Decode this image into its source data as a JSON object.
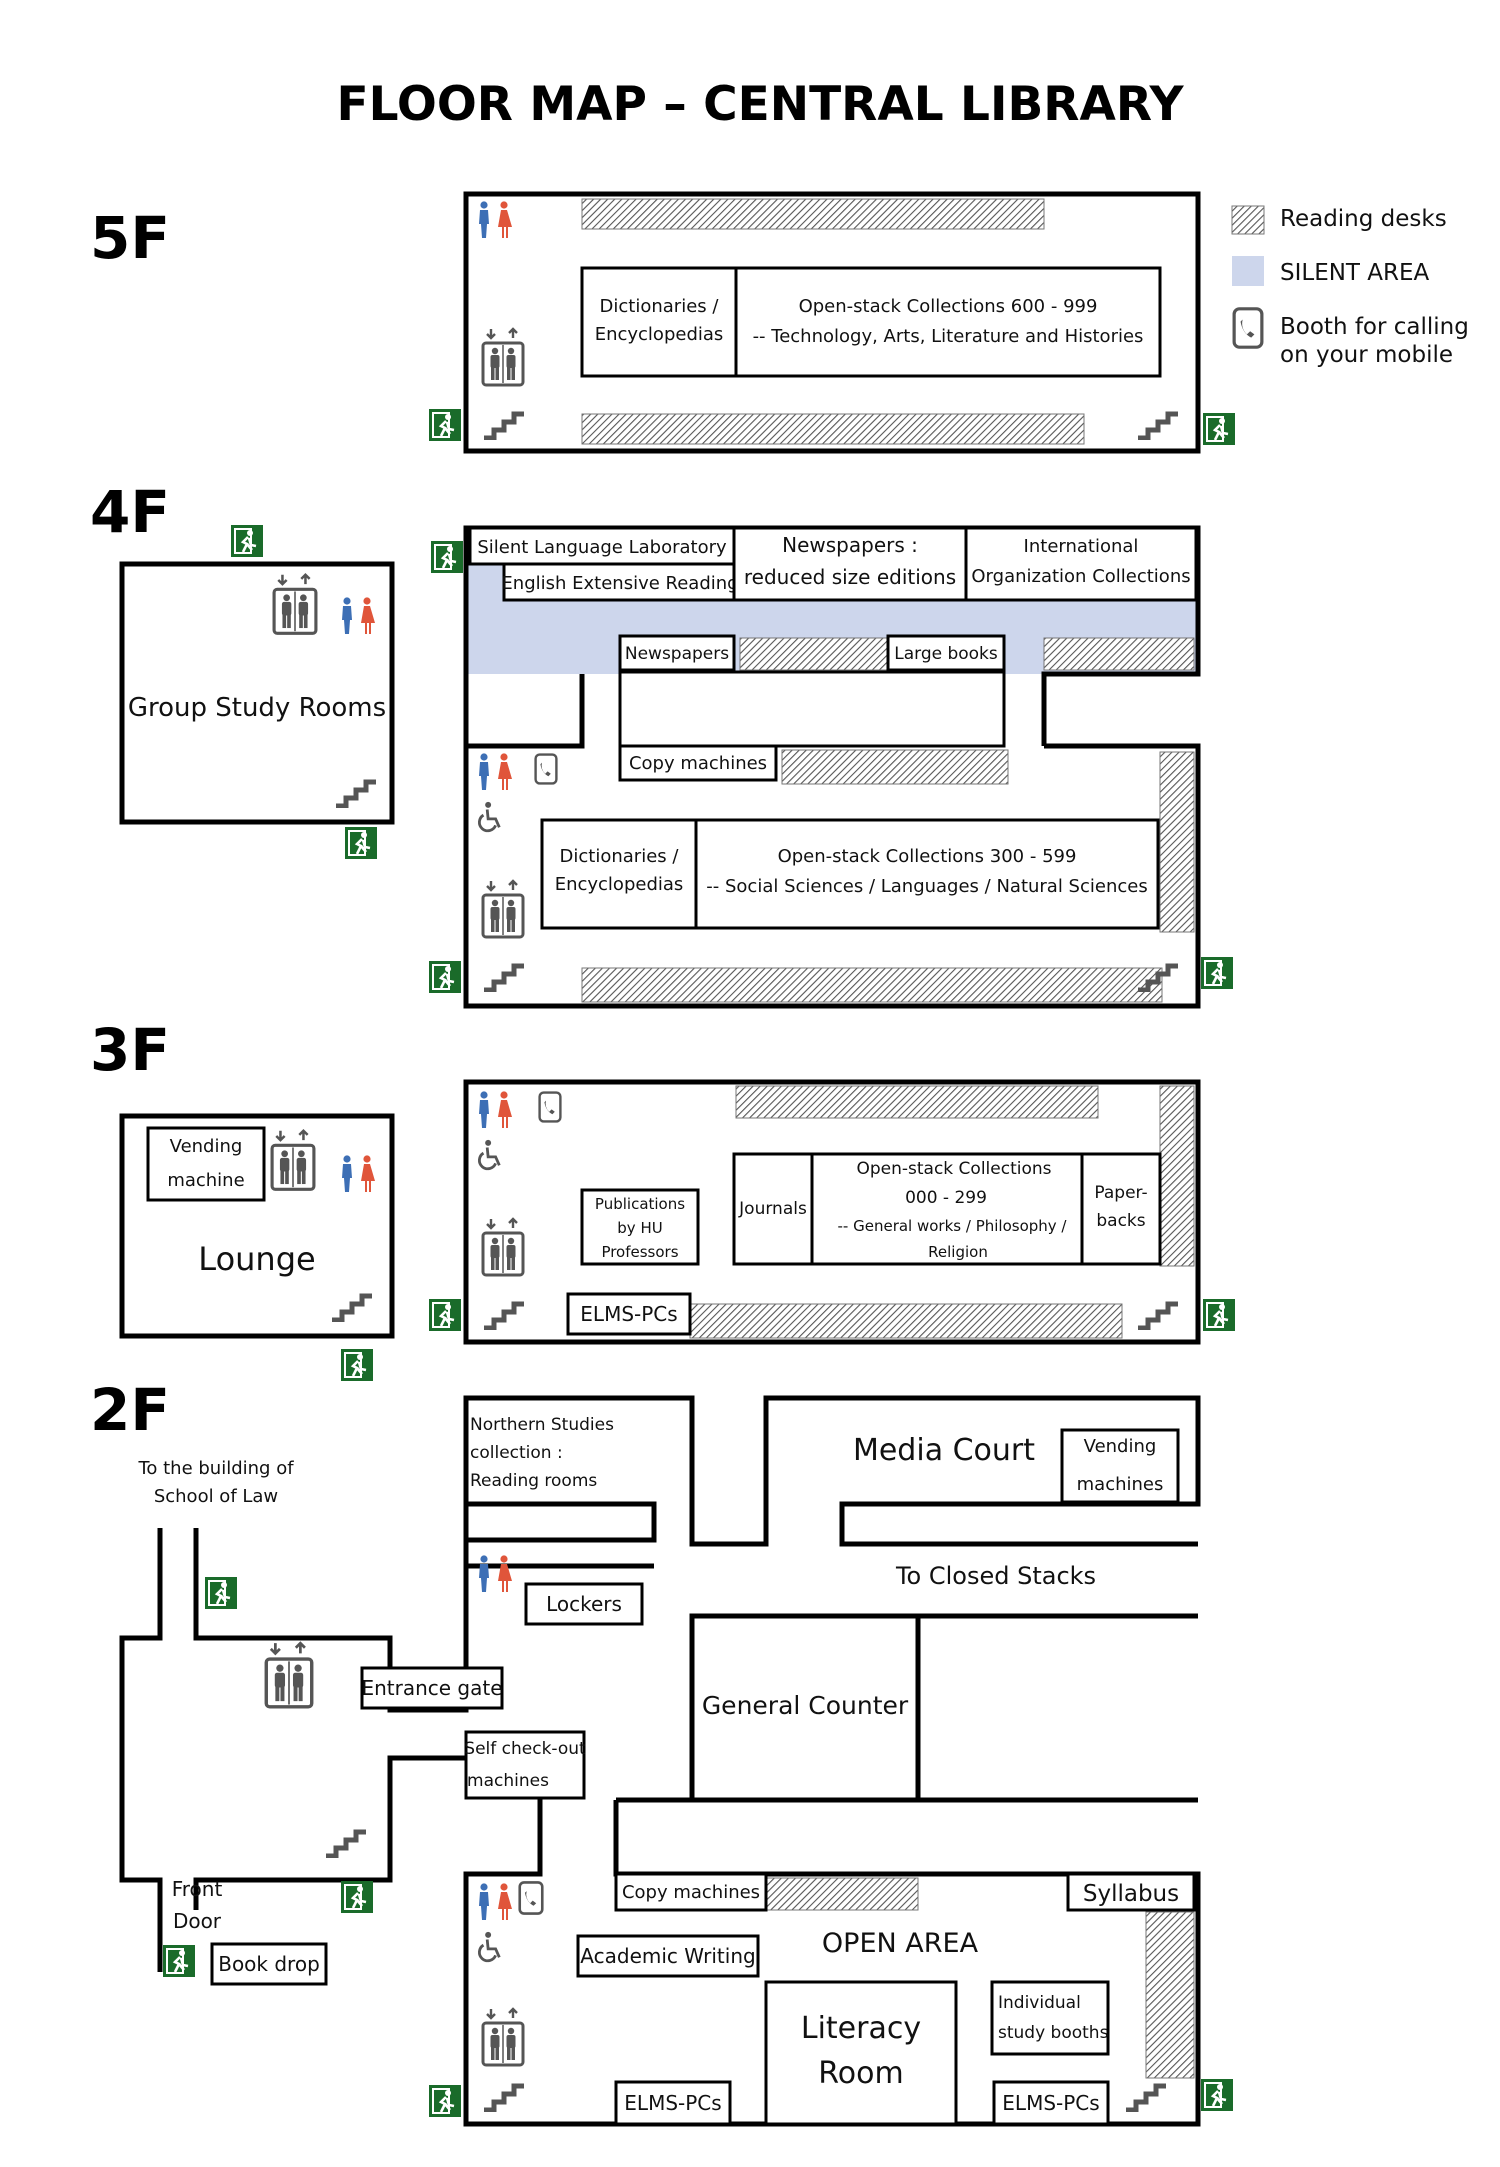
{
  "title": "FLOOR MAP – CENTRAL LIBRARY",
  "colors": {
    "silent": "#cdd6ec",
    "exit_green": "#1a6b2a",
    "male": "#3d6fb5",
    "female": "#e0553a",
    "icon_gray": "#555555"
  },
  "legend": {
    "reading_desks": "Reading desks",
    "silent_area": "SILENT AREA",
    "booth_line1": "Booth for calling",
    "booth_line2": "on your mobile"
  },
  "floors": {
    "f5": {
      "label": "5F",
      "dict_line1": "Dictionaries /",
      "dict_line2": "Encyclopedias",
      "open_line1": "Open-stack Collections 600 - 999",
      "open_line2": "-- Technology, Arts, Literature and Histories"
    },
    "f4": {
      "label": "4F",
      "group_study": "Group Study Rooms",
      "silent_lang_lab": "Silent Language Laboratory",
      "english_reading": "English Extensive Reading",
      "newspapers_reduced_1": "Newspapers :",
      "newspapers_reduced_2": "reduced size editions",
      "intl_org_1": "International",
      "intl_org_2": "Organization Collections",
      "newspapers": "Newspapers",
      "large_books": "Large books",
      "copy_machines": "Copy machines",
      "dict_line1": "Dictionaries /",
      "dict_line2": "Encyclopedias",
      "open_line1": "Open-stack Collections 300 - 599",
      "open_line2": "-- Social Sciences / Languages / Natural Sciences"
    },
    "f3": {
      "label": "3F",
      "vending_1": "Vending",
      "vending_2": "machine",
      "lounge": "Lounge",
      "pub_1": "Publications",
      "pub_2": "by HU",
      "pub_3": "Professors",
      "journals": "Journals",
      "open_1": "Open-stack Collections",
      "open_2": "000 - 299",
      "open_3": "-- General works / Philosophy /",
      "open_4": "Religion",
      "paper_1": "Paper-",
      "paper_2": "backs",
      "elms": "ELMS-PCs"
    },
    "f2": {
      "label": "2F",
      "to_law_1": "To the building of",
      "to_law_2": "School of Law",
      "northern_1": "Northern Studies",
      "northern_2": "collection :",
      "northern_3": "Reading rooms",
      "media_court": "Media Court",
      "vending_1": "Vending",
      "vending_2": "machines",
      "closed_stacks": "To Closed Stacks",
      "lockers": "Lockers",
      "entrance_gate": "Entrance gate",
      "self_checkout_1": "Self check-out",
      "self_checkout_2": "machines",
      "general_counter": "General Counter",
      "front_door_1": "Front",
      "front_door_2": "Door",
      "book_drop": "Book drop",
      "copy_machines": "Copy machines",
      "syllabus": "Syllabus",
      "open_area": "OPEN AREA",
      "academic_writing": "Academic Writing",
      "literacy_1": "Literacy",
      "literacy_2": "Room",
      "individual_1": "Individual",
      "individual_2": "study booths",
      "elms_left": "ELMS-PCs",
      "elms_right": "ELMS-PCs"
    }
  }
}
